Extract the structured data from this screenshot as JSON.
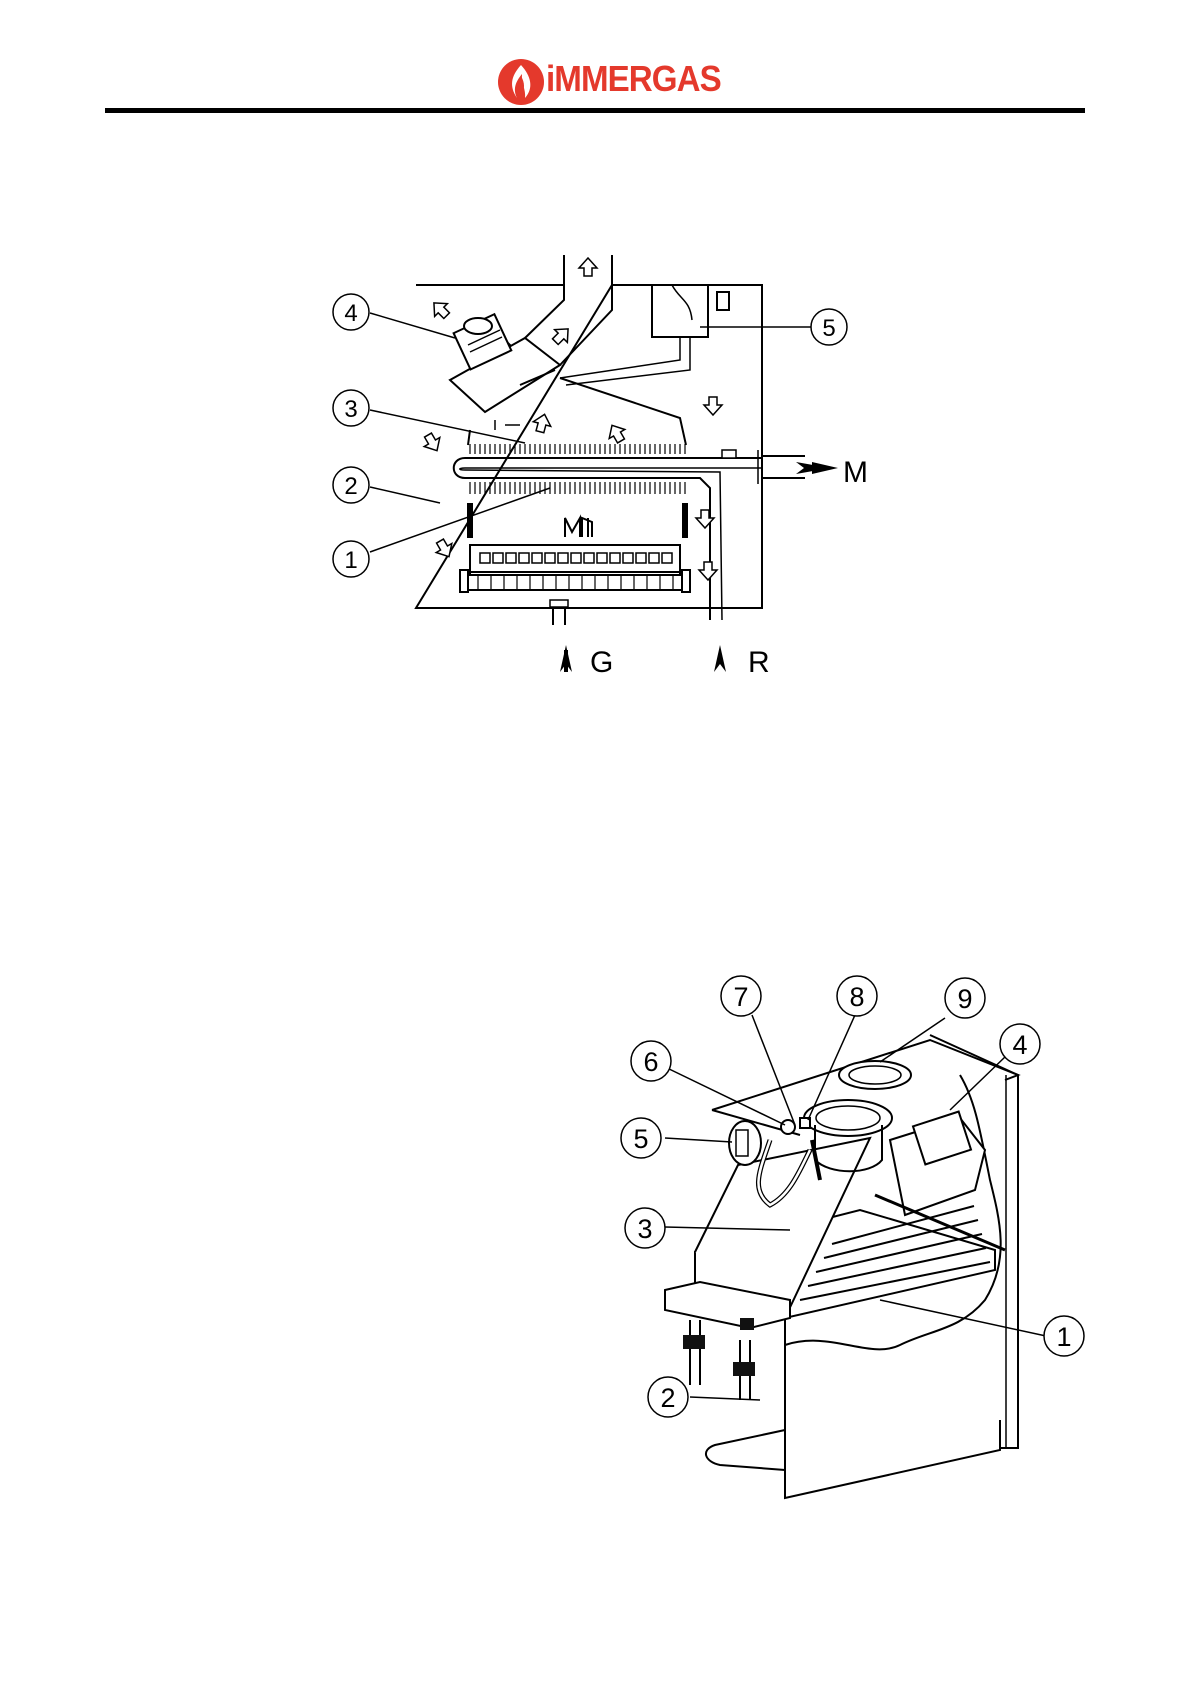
{
  "header": {
    "brand": "iMMERGAS",
    "brand_color": "#e4392c"
  },
  "diagram_top": {
    "callouts": [
      "1",
      "2",
      "3",
      "4",
      "5"
    ],
    "flow_labels": {
      "m": "M",
      "g": "G",
      "r": "R"
    }
  },
  "diagram_bottom": {
    "callouts": [
      "1",
      "2",
      "3",
      "4",
      "5",
      "6",
      "7",
      "8",
      "9"
    ]
  }
}
